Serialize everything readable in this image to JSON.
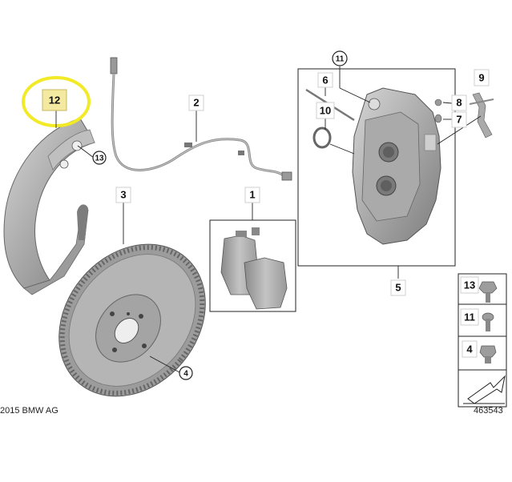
{
  "diagram": {
    "highlight_color": "#f2ea26",
    "callouts": {
      "c1": "1",
      "c2": "2",
      "c3": "3",
      "c4": "4",
      "c5": "5",
      "c6": "6",
      "c7": "7",
      "c8": "8",
      "c9": "9",
      "c10": "10",
      "c11": "11",
      "c12": "12",
      "c13": "13"
    },
    "side_panel": {
      "p13": "13",
      "p11": "11",
      "p4": "4"
    },
    "footer": {
      "copyright": "2015 BMW AG",
      "diagram_number": "463543"
    }
  }
}
